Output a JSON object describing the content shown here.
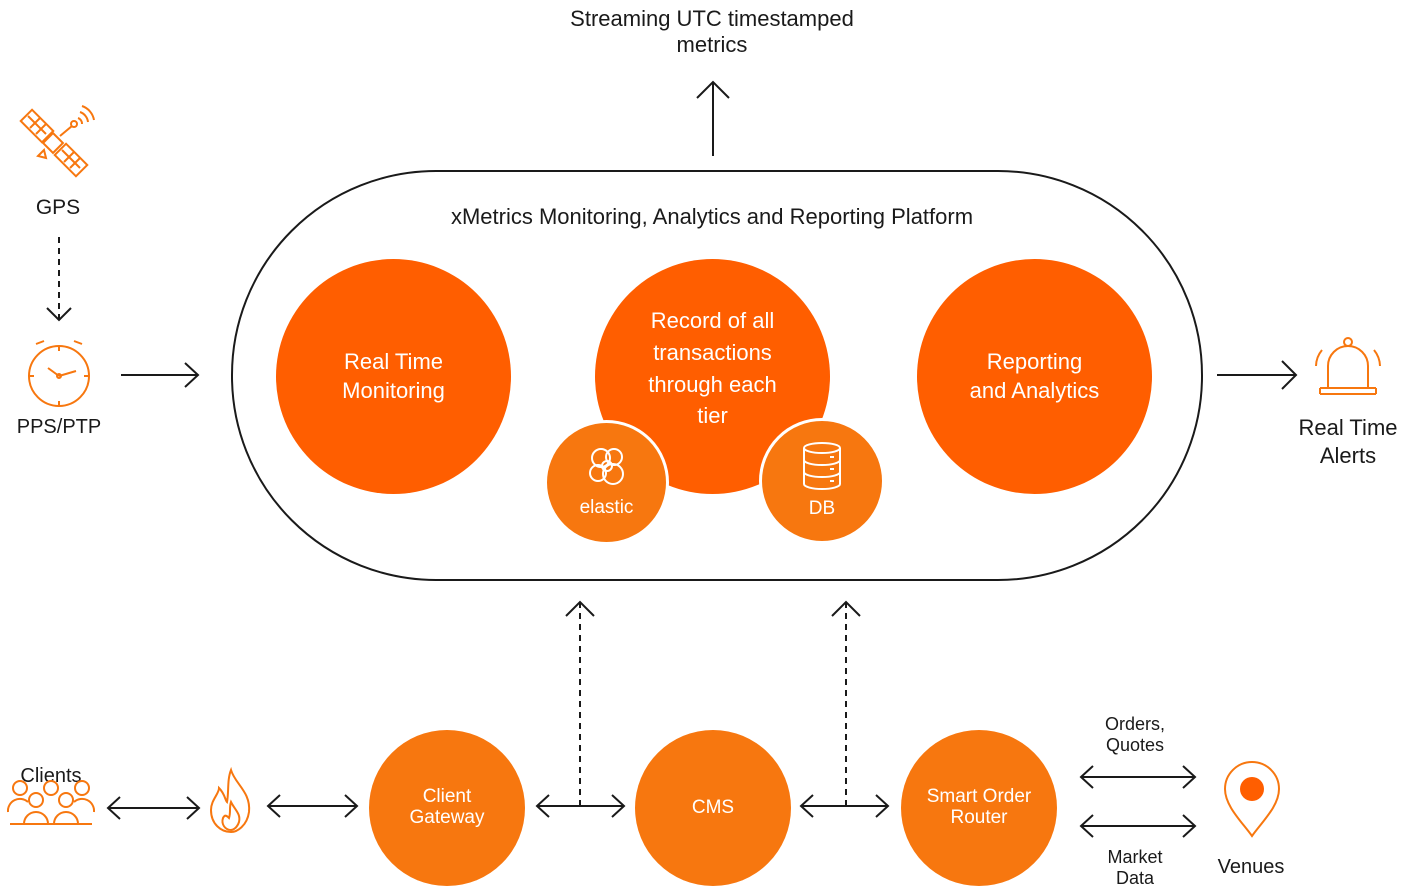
{
  "top_output": {
    "label": "Streaming UTC timestamped\nmetrics"
  },
  "platform": {
    "title": "xMetrics Monitoring, Analytics and Reporting Platform",
    "left": "Real Time\nMonitoring",
    "center": "Record of all\ntransactions\nthrough each\ntier",
    "right": "Reporting\nand Analytics",
    "elastic": "elastic",
    "db": "DB"
  },
  "inputs": {
    "gps": "GPS",
    "pps": "PPS/PTP"
  },
  "alerts": {
    "label": "Real Time\nAlerts"
  },
  "flow": {
    "clients": "Clients",
    "client_gateway": "Client\nGateway",
    "cms": "CMS",
    "sor": "Smart Order\nRouter",
    "orders": "Orders,\nQuotes",
    "market": "Market\nData",
    "venues": "Venues"
  },
  "colors": {
    "primary": "#ff5e00",
    "secondary": "#f7770f",
    "line": "#1a1a1a"
  }
}
